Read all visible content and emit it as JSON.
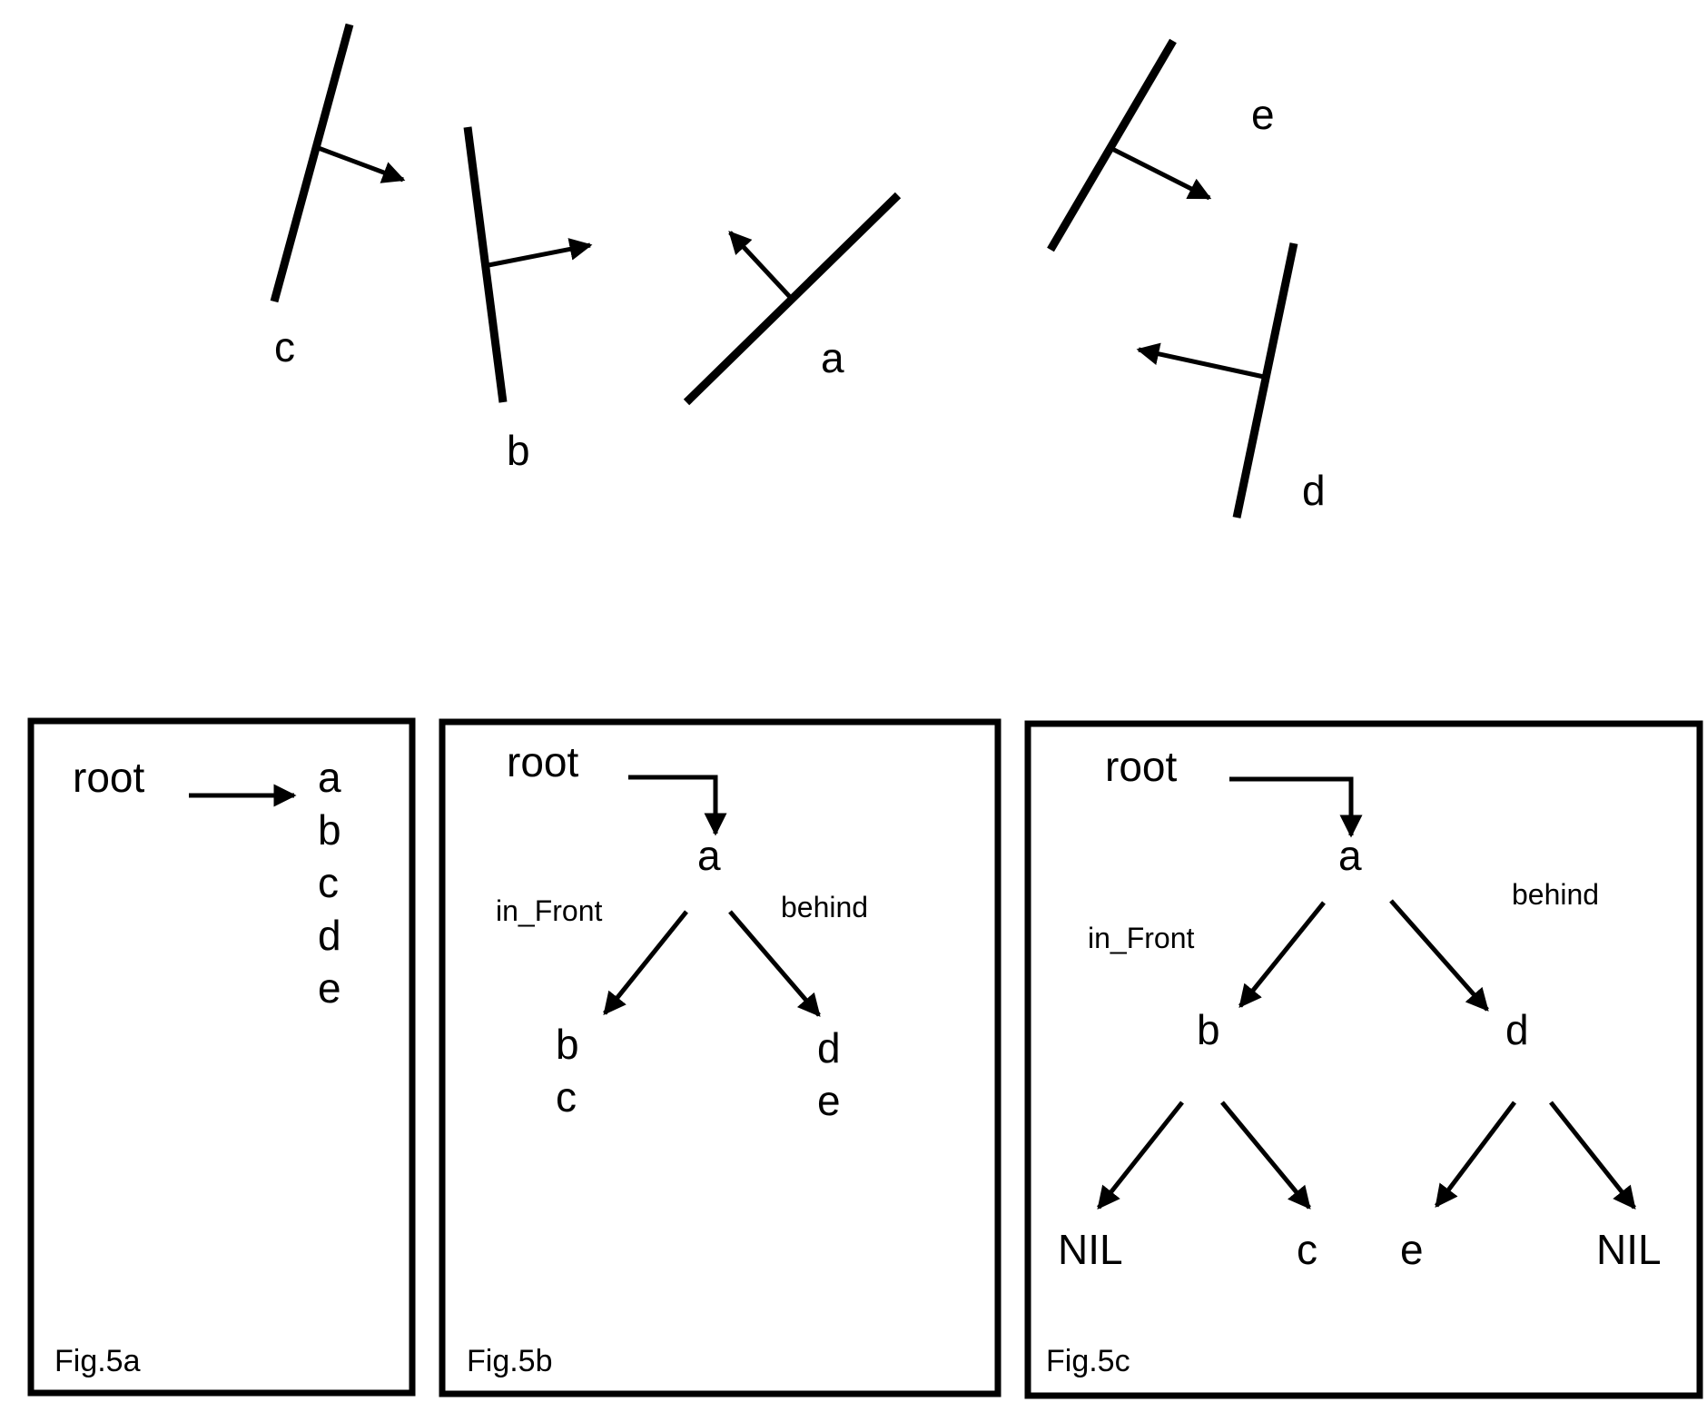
{
  "segments": {
    "a": "a",
    "b": "b",
    "c": "c",
    "d": "d",
    "e": "e"
  },
  "fig5a": {
    "root": "root",
    "list": [
      "a",
      "b",
      "c",
      "d",
      "e"
    ],
    "caption": "Fig.5a"
  },
  "fig5b": {
    "root": "root",
    "node": "a",
    "front_label": "in_Front",
    "behind_label": "behind",
    "front_list": [
      "b",
      "c"
    ],
    "behind_list": [
      "d",
      "e"
    ],
    "caption": "Fig.5b"
  },
  "fig5c": {
    "root": "root",
    "node": "a",
    "front_label": "in_Front",
    "behind_label": "behind",
    "front_node": "b",
    "behind_node": "d",
    "leaves": [
      "NIL",
      "c",
      "e",
      "NIL"
    ],
    "caption": "Fig.5c"
  },
  "colors": {
    "ink": "#000000",
    "background": "#ffffff"
  }
}
